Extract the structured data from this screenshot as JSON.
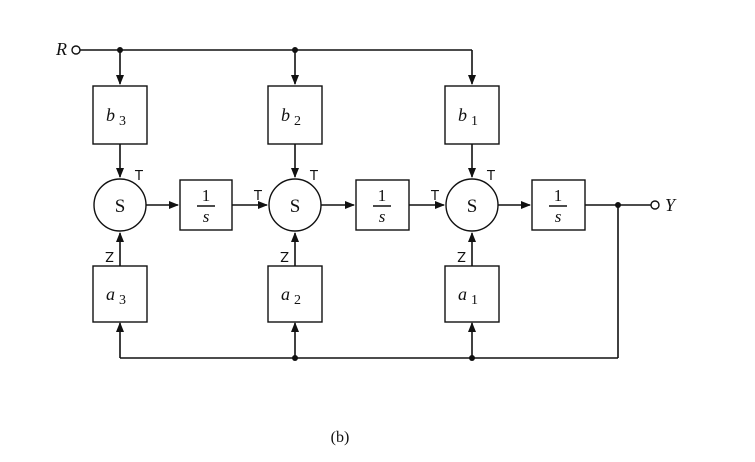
{
  "input_label": "R",
  "output_label": "Y",
  "caption": "(b)",
  "b_blocks": [
    {
      "name": "b",
      "sub": "3"
    },
    {
      "name": "b",
      "sub": "2"
    },
    {
      "name": "b",
      "sub": "1"
    }
  ],
  "a_blocks": [
    {
      "name": "a",
      "sub": "3"
    },
    {
      "name": "a",
      "sub": "2"
    },
    {
      "name": "a",
      "sub": "1"
    }
  ],
  "summers": [
    "S",
    "S",
    "S"
  ],
  "integrator": {
    "num": "1",
    "den": "s"
  },
  "sign_plus": "T",
  "sign_minus": "Z"
}
